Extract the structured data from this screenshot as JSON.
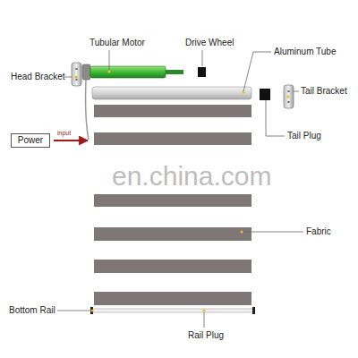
{
  "diagram": {
    "nodes": [
      {
        "text": [
          "Power"
        ]
      }
    ],
    "edges": [],
    "labels": [
      "Tubular Motor",
      "Drive Wheel",
      "Aluminum Tube",
      "Head Bracket",
      "Tail Bracket",
      "Tail Plug",
      "input",
      "Fabric",
      "Bottom Rail",
      "Rail Plug",
      "en.china.com"
    ]
  }
}
